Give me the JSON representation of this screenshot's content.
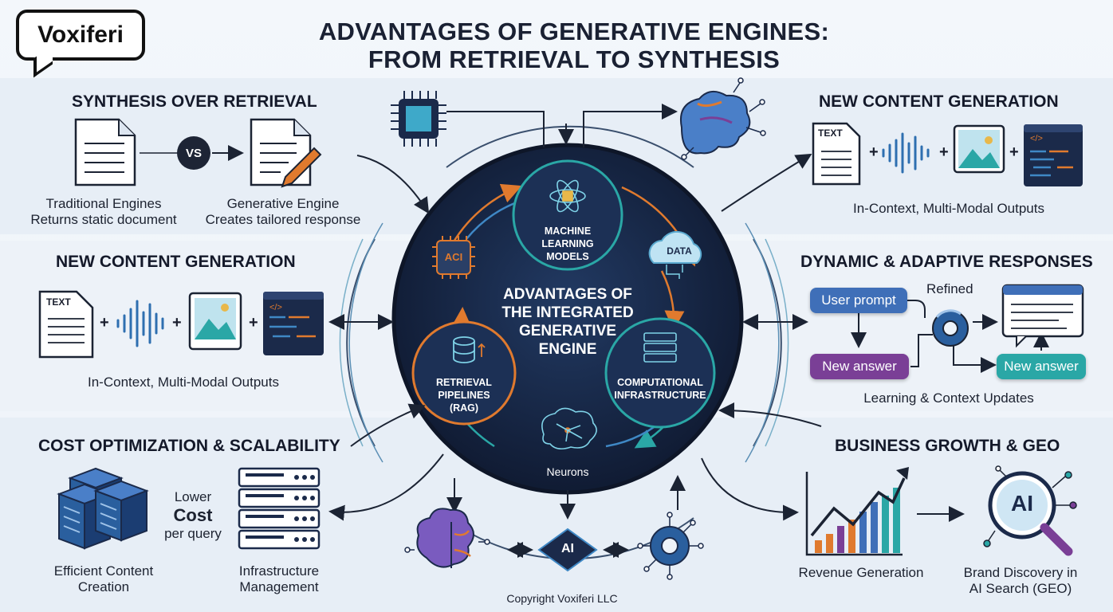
{
  "brand": "Voxiferi",
  "title_line1": "ADVANTAGES OF GENERATIVE ENGINES:",
  "title_line2": "FROM RETRIEVAL TO SYNTHESIS",
  "synthesis": {
    "heading": "SYNTHESIS OVER RETRIEVAL",
    "vs": "VS",
    "left_caption_1": "Traditional Engines",
    "left_caption_2": "Returns static document",
    "right_caption_1": "Generative Engine",
    "right_caption_2": "Creates tailored response"
  },
  "new_content_right": {
    "heading": "NEW CONTENT GENERATION",
    "text_label": "TEXT",
    "code_label": "</>",
    "caption": "In-Context, Multi-Modal Outputs"
  },
  "new_content_left": {
    "heading": "NEW CONTENT GENERATION",
    "text_label": "TEXT",
    "code_label": "</>",
    "caption": "In-Context, Multi-Modal Outputs"
  },
  "dynamic": {
    "heading": "DYNAMIC & ADAPTIVE RESPONSES",
    "user_prompt": "User prompt",
    "refined": "Refined",
    "new_answer_1": "New answer",
    "new_answer_2": "New answer",
    "caption": "Learning & Context Updates"
  },
  "cost": {
    "heading": "COST OPTIMIZATION & SCALABILITY",
    "lower": "Lower",
    "cost": "Cost",
    "per_query": "per query",
    "left_caption_1": "Efficient Content",
    "left_caption_2": "Creation",
    "right_caption_1": "Infrastructure",
    "right_caption_2": "Management"
  },
  "business": {
    "heading": "BUSINESS GROWTH & GEO",
    "ai_label": "AI",
    "left_caption": "Revenue Generation",
    "right_caption_1": "Brand Discovery in",
    "right_caption_2": "AI Search (GEO)"
  },
  "core": {
    "center_1": "ADVANTAGES OF",
    "center_2": "THE INTEGRATED",
    "center_3": "GENERATIVE",
    "center_4": "ENGINE",
    "ml_1": "MACHINE",
    "ml_2": "LEARNING",
    "ml_3": "MODELS",
    "rag_1": "RETRIEVAL",
    "rag_2": "PIPELINES",
    "rag_3": "(RAG)",
    "comp_1": "COMPUTATIONAL",
    "comp_2": "INFRASTRUCTURE",
    "chip": "ACI",
    "data": "DATA",
    "neurons": "Neurons",
    "bottom_chip": "AI"
  },
  "copyright": "Copyright Voxiferi LLC",
  "colors": {
    "navy": "#1b2a4a",
    "teal": "#2aa7a6",
    "blue": "#3f6fb8",
    "purple": "#7a3f96",
    "orange": "#e07a2e",
    "band": "#e7eef6"
  }
}
